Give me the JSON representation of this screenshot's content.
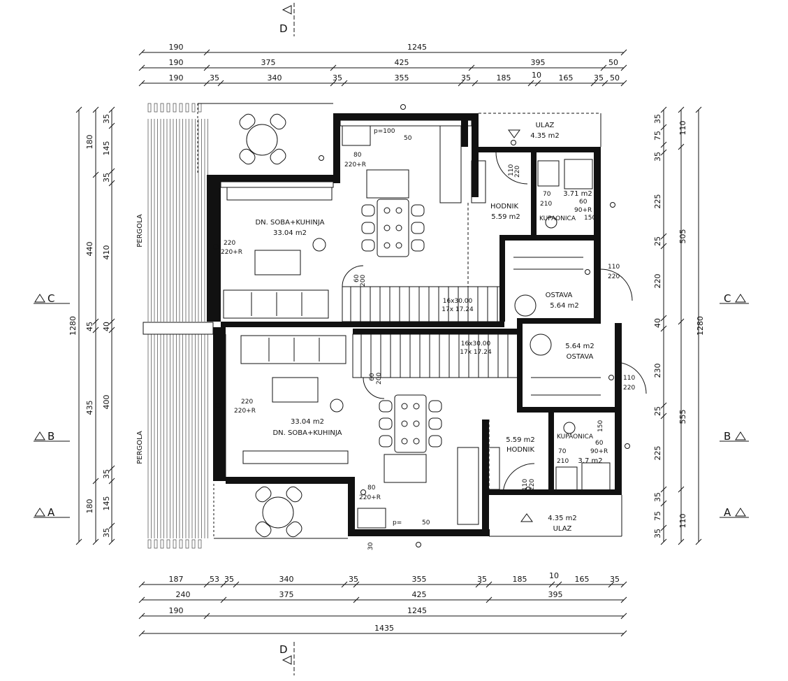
{
  "colors": {
    "line": "#111111",
    "background": "#ffffff"
  },
  "dims_top": {
    "row1": [
      "190",
      "1245"
    ],
    "row2": [
      "190",
      "375",
      "425",
      "395",
      "50"
    ],
    "row3": [
      "190",
      "35",
      "340",
      "35",
      "355",
      "35",
      "185",
      "10",
      "165",
      "35",
      "50"
    ]
  },
  "dims_bottom": {
    "row1": [
      "187",
      "53",
      "35",
      "340",
      "35",
      "355",
      "35",
      "185",
      "10",
      "165",
      "35"
    ],
    "row2": [
      "240",
      "375",
      "425",
      "395"
    ],
    "row3": [
      "190",
      "1245"
    ],
    "row4": [
      "1435"
    ]
  },
  "dims_left": {
    "outer": "1280",
    "middle": [
      "180",
      "440",
      "45",
      "435",
      "180"
    ],
    "inner": [
      "35",
      "145",
      "35",
      "410",
      "40",
      "400",
      "35",
      "145",
      "35"
    ]
  },
  "dims_right": {
    "outer": "1280",
    "middle": [
      "110",
      "505",
      "555",
      "110"
    ],
    "inner": [
      "35",
      "75",
      "35",
      "225",
      "25",
      "220",
      "40",
      "230",
      "25",
      "225",
      "35",
      "75",
      "35"
    ]
  },
  "sections": {
    "a": "A",
    "b": "B",
    "c": "C",
    "d": "D"
  },
  "pergola": [
    "PERGOLA",
    "PERGOLA"
  ],
  "rooms_upper": {
    "living_name": "DN. SOBA+KUHINJA",
    "living_area": "33.04  m2",
    "entry_name": "ULAZ",
    "entry_area": "4.35  m2",
    "hall_name": "HODNIK",
    "hall_area": "5.59  m2",
    "bath_name": "KUPAONICA",
    "bath_area": "3.71  m2",
    "store_name": "OSTAVA",
    "store_area": "5.64  m2",
    "stairs_1": "16x30.00",
    "stairs_2": "17x 17.24"
  },
  "rooms_lower": {
    "living_area": "33.04  m2",
    "living_name": "DN. SOBA+KUHINJA",
    "entry_area": "4.35  m2",
    "entry_name": "ULAZ",
    "hall_area": "5.59  m2",
    "hall_name": "HODNIK",
    "bath_name": "KUPAONICA",
    "bath_area": "3.7  m2",
    "store_area": "5.64  m2",
    "store_name": "OSTAVA",
    "stairs_1": "16x30.00",
    "stairs_2": "17x 17.24"
  },
  "openings_upper": {
    "win_kitchen_w": "80",
    "win_kitchen_h": "220+R",
    "win_kitchen2_w": "p=100",
    "win_kitchen2_h": "50",
    "win_living_w": "220",
    "win_living_h": "220+R",
    "door_stair_w": "60",
    "door_stair_h": "200",
    "door_entry_w": "110",
    "door_entry_h": "220",
    "door_bath_w": "70",
    "door_bath_h": "210",
    "win_bath_w": "60",
    "win_bath_h": "90+R",
    "win_bath_h2": "150",
    "door_store_w": "110",
    "door_store_h": "220"
  },
  "openings_lower": {
    "win_kitchen_w": "80",
    "win_kitchen_h": "220+R",
    "win_kitchen2_w": "p=",
    "win_kitchen2_h": "50",
    "win_living_w": "220",
    "win_living_h": "220+R",
    "door_stair_w": "60",
    "door_stair_h": "200",
    "door_entry_w": "110",
    "door_entry_h": "220",
    "door_bath_w": "70",
    "door_bath_h": "210",
    "win_bath_w": "60",
    "win_bath_h": "90+R",
    "win_bath_h2": "150",
    "door_store_w": "110",
    "door_store_h": "220",
    "sill": "30"
  }
}
